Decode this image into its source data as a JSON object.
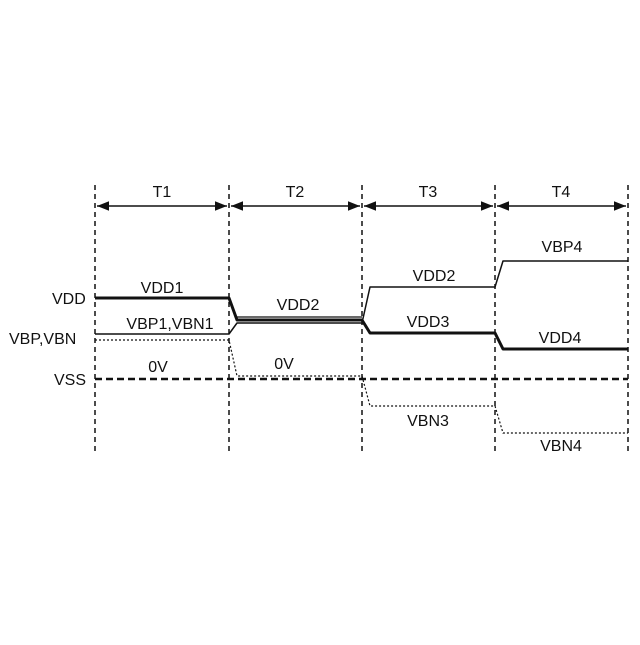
{
  "periods": [
    "T1",
    "T2",
    "T3",
    "T4"
  ],
  "rail_labels": {
    "vdd": "VDD",
    "vbp_vbn": "VBP,VBN",
    "vss": "VSS"
  },
  "trace_labels": {
    "vdd1": "VDD1",
    "vbp1_vbn1": "VBP1,VBN1",
    "zero_t1": "0V",
    "vdd2_t2": "VDD2",
    "zero_t2": "0V",
    "vdd2_t3": "VDD2",
    "vdd3": "VDD3",
    "vbn3": "VBN3",
    "vbp4": "VBP4",
    "vdd4": "VDD4",
    "vbn4": "VBN4"
  }
}
